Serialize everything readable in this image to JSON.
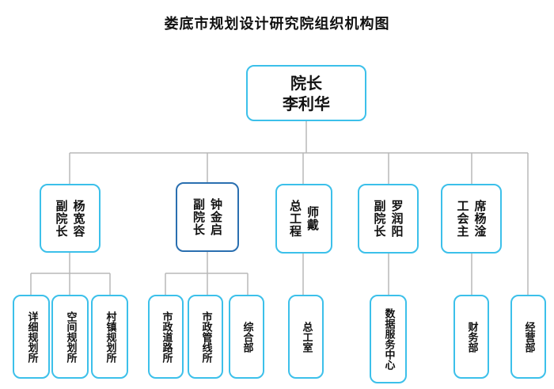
{
  "title": "娄底市规划设计研究院组织机构图",
  "root": {
    "title": "院长",
    "name": "李利华"
  },
  "leaders": [
    {
      "id": "l1",
      "title": "副院长",
      "name": "杨宽容",
      "departments": [
        "详细规划所",
        "空间规划所",
        "村镇规划所"
      ]
    },
    {
      "id": "l2",
      "title": "副院长",
      "name": "钟金启",
      "departments": [
        "市政道路所",
        "市政管线所",
        "综合部"
      ]
    },
    {
      "id": "l3",
      "title": "总工程",
      "name": "师戴",
      "departments": [
        "总工室"
      ]
    },
    {
      "id": "l4",
      "title": "副院长",
      "name": "罗润阳",
      "departments": [
        "数据服务中心"
      ]
    },
    {
      "id": "l5",
      "title": "工会主",
      "name": "席杨淦",
      "departments": [
        "财务部"
      ]
    }
  ],
  "standalone_departments": [
    "经营部"
  ],
  "colors": {
    "node_border": "#3cc0ea",
    "selected_border": "#2a6fb0",
    "connector": "#b8b8b8"
  }
}
